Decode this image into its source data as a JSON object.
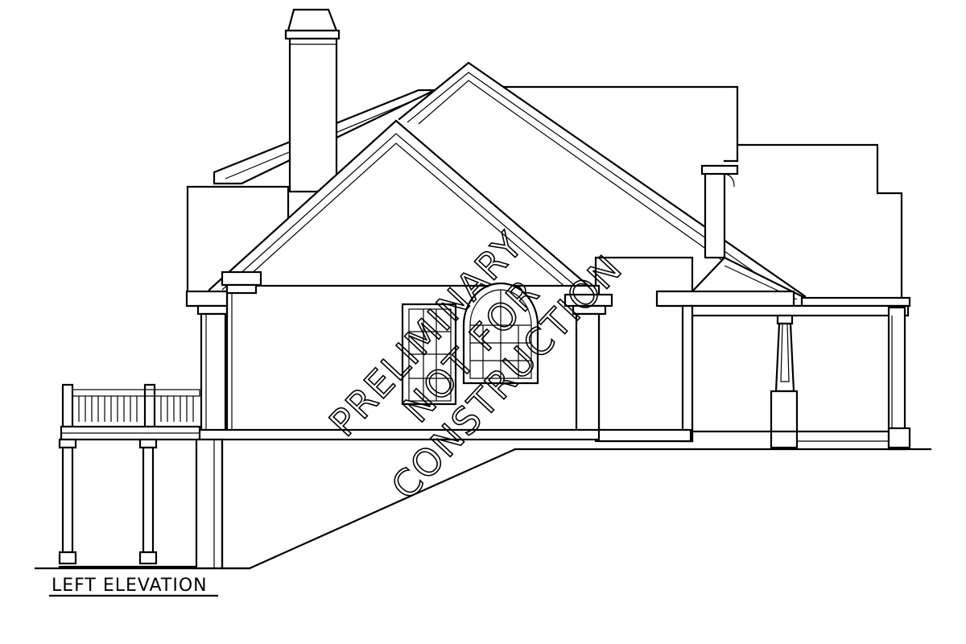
{
  "drawing": {
    "title": "LEFT ELEVATION"
  },
  "watermark": {
    "line1": "PRELIMINARY",
    "line2": "NOT FOR",
    "line3": "CONSTRUCTION"
  }
}
